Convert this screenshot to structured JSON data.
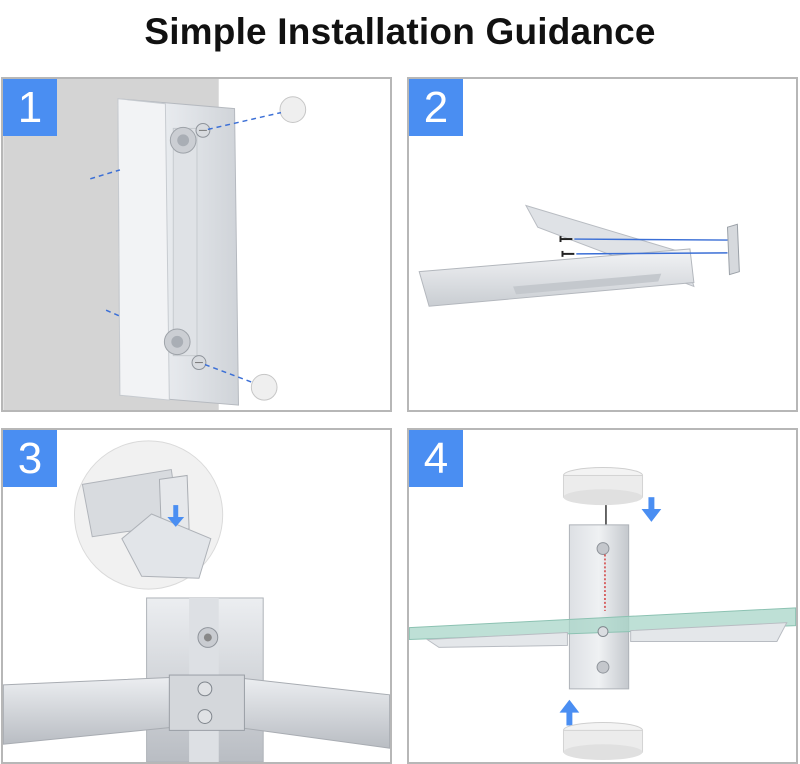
{
  "page": {
    "title": "Simple Installation Guidance"
  },
  "steps": [
    {
      "number": "1"
    },
    {
      "number": "2"
    },
    {
      "number": "3"
    },
    {
      "number": "4"
    }
  ],
  "colors": {
    "badge": "#4a8ef2",
    "panel_border": "#b7b7b7",
    "wall": "#d3d3d3",
    "metal": "#e9ebee",
    "guide_line": "#3b6fd6",
    "glass": "#a8d6c8"
  },
  "icons": [
    "wall-anchor-icon",
    "screw-icon",
    "arrow-down-icon",
    "arrow-up-icon"
  ]
}
